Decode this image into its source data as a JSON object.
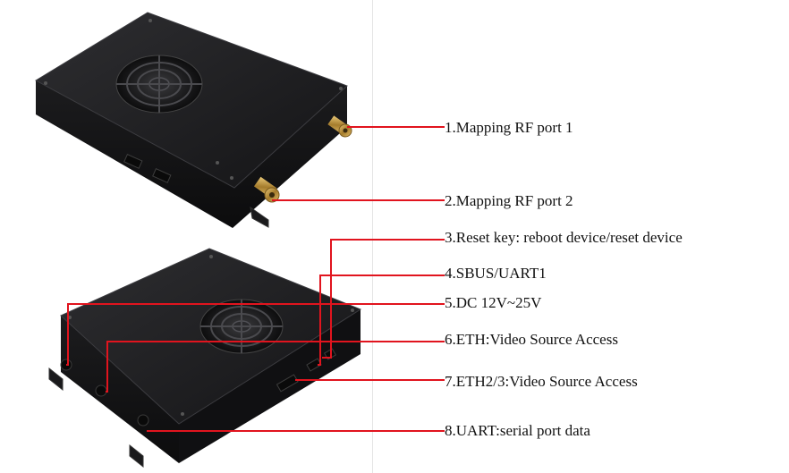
{
  "colors": {
    "leader_line": "#e1141e",
    "device_body": "#1b1b1d",
    "device_top": "#232326",
    "label_text": "#111111"
  },
  "devices": [
    {
      "name": "device-top-view",
      "icon": "black-box-device"
    },
    {
      "name": "device-bottom-view",
      "icon": "black-box-device"
    }
  ],
  "callouts": [
    {
      "id": "rf1",
      "text": "1.Mapping RF port 1"
    },
    {
      "id": "rf2",
      "text": "2.Mapping RF port 2"
    },
    {
      "id": "reset",
      "text": "3.Reset key: reboot device/reset device"
    },
    {
      "id": "sbus",
      "text": "4.SBUS/UART1"
    },
    {
      "id": "dc",
      "text": "5.DC 12V~25V"
    },
    {
      "id": "eth",
      "text": "6.ETH:Video Source Access"
    },
    {
      "id": "eth23",
      "text": "7.ETH2/3:Video Source Access"
    },
    {
      "id": "uart",
      "text": "8.UART:serial port data"
    }
  ]
}
